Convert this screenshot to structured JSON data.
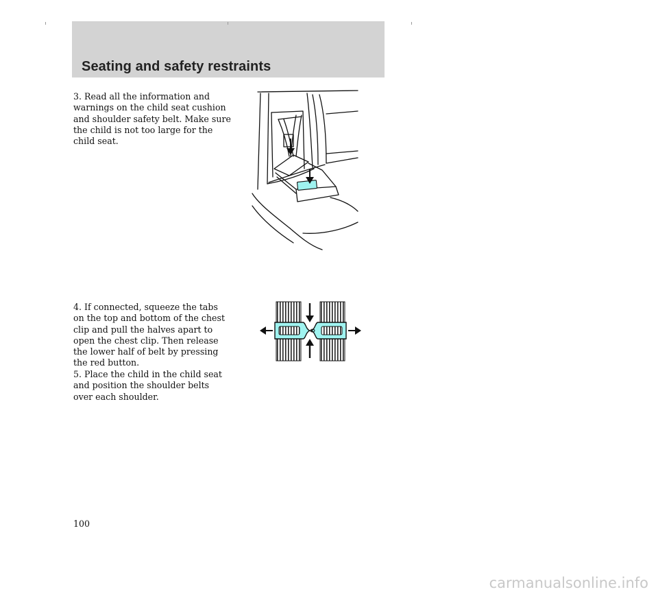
{
  "header": {
    "section_title": "Seating and safety restraints"
  },
  "steps": [
    {
      "text": "3. Read all the information and warnings on the child seat cushion and shoulder safety belt. Make sure the child is not too large for the child seat."
    },
    {
      "text": "4. If connected, squeeze the tabs on the top and bottom of the chest clip and pull the halves apart to open the chest clip. Then release the lower half of belt by pressing the red button."
    },
    {
      "text": "5. Place the child in the child seat and position the shoulder belts over each shoulder."
    }
  ],
  "illustrations": [
    {
      "icon": "child-seat-buckle-release-illustration"
    },
    {
      "icon": "chest-clip-squeeze-apart-illustration",
      "accent_color": "#9ff3f0"
    }
  ],
  "footer": {
    "page_number": "100",
    "watermark": "carmanualsonline.info"
  }
}
